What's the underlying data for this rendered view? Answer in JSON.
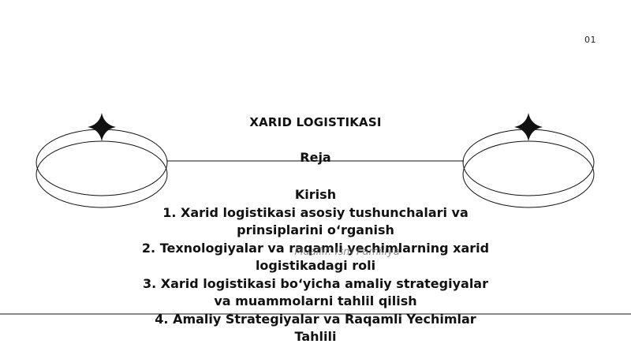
{
  "slide": {
    "page_number": "01",
    "title": "XARID LOGISTIKASI",
    "subtitle": "Reja",
    "contents": [
      "Kirish",
      "1. Xarid logistikasi asosiy tushunchalari va",
      "prinsiplarini o‘rganish",
      "2. Texnologiyalar va raqamli yechimlarning xarid",
      "logistikadagi roli",
      "3. Xarid logistikasi bo‘yicha amaliy strategiyalar",
      "va muammolarni tahlil qilish",
      "4. Amaliy Strategiyalar va Raqamli Yechimlar",
      "Tahlili"
    ],
    "overlay_caption": "Muallif: Ism Familiya"
  },
  "decor": {
    "icons": [
      "sparkle-star-icon",
      "ring-ellipse-icon"
    ],
    "line_color": "#111111"
  }
}
